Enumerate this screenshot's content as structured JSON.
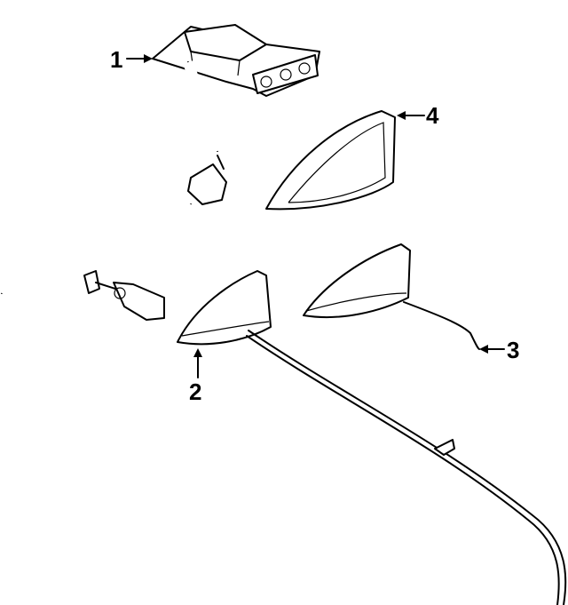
{
  "callouts": [
    {
      "number": "1",
      "part": "module"
    },
    {
      "number": "2",
      "part": "antenna"
    },
    {
      "number": "3",
      "part": "antenna"
    },
    {
      "number": "4",
      "part": "antenna-cover"
    }
  ]
}
